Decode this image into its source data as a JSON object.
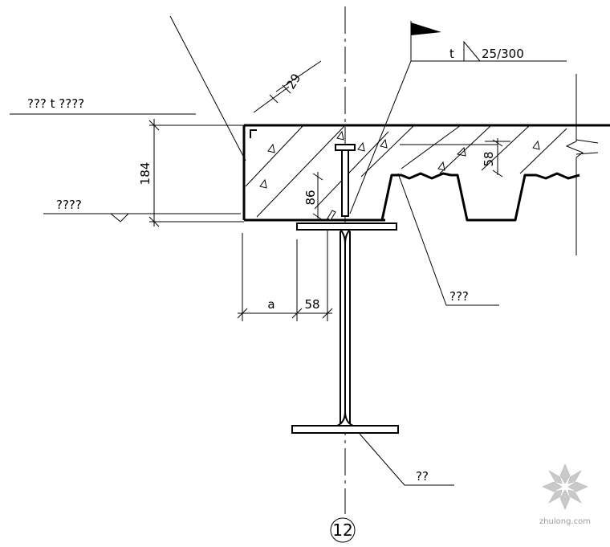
{
  "labels": {
    "edge_board_note": "??? t ????",
    "weld_note": "????",
    "deck_note": "???",
    "beam_note": "??"
  },
  "dimensions": {
    "top_offset": "29",
    "slab_depth": "184",
    "stud_height": "86",
    "rib_height": "58",
    "edge_distance": "a",
    "flange_half": "58"
  },
  "weld_symbol": {
    "thickness": "t",
    "spec": "25/300"
  },
  "detail_number": "12",
  "watermark": {
    "text": "zhulong.com",
    "icon": "zhulong-logo-icon"
  },
  "colors": {
    "line": "#000000",
    "watermark": "#9a9a9a"
  }
}
